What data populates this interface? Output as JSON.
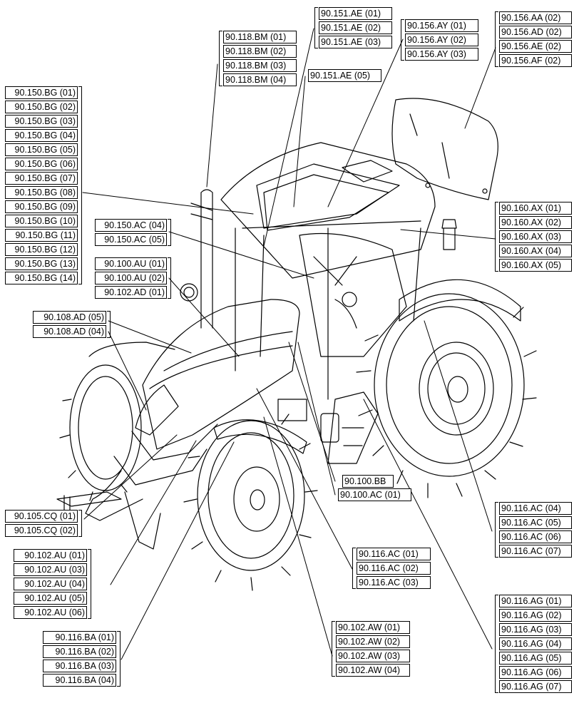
{
  "callouts": [
    {
      "id": "bg",
      "refs": [
        "90.150.BG (01)",
        "90.150.BG (02)",
        "90.150.BG (03)",
        "90.150.BG (04)",
        "90.150.BG (05)",
        "90.150.BG (06)",
        "90.150.BG (07)",
        "90.150.BG (08)",
        "90.150.BG (09)",
        "90.150.BG (10)",
        "90.150.BG (11)",
        "90.150.BG (12)",
        "90.150.BG (13)",
        "90.150.BG (14)"
      ]
    },
    {
      "id": "bm",
      "refs": [
        "90.118.BM (01)",
        "90.118.BM (02)",
        "90.118.BM (03)",
        "90.118.BM (04)"
      ]
    },
    {
      "id": "ae",
      "refs": [
        "90.151.AE (01)",
        "90.151.AE (02)",
        "90.151.AE (03)"
      ]
    },
    {
      "id": "ae5",
      "refs": [
        "90.151.AE (05)"
      ]
    },
    {
      "id": "ay",
      "refs": [
        "90.156.AY (01)",
        "90.156.AY (02)",
        "90.156.AY (03)"
      ]
    },
    {
      "id": "aa",
      "refs": [
        "90.156.AA (02)",
        "90.156.AD (02)",
        "90.156.AE (02)",
        "90.156.AF (02)"
      ]
    },
    {
      "id": "ac150",
      "refs": [
        "90.150.AC (04)",
        "90.150.AC (05)"
      ]
    },
    {
      "id": "au",
      "refs": [
        "90.100.AU (01)",
        "90.100.AU (02)",
        "90.102.AD (01)"
      ]
    },
    {
      "id": "ad108",
      "refs": [
        "90.108.AD (05)",
        "90.108.AD (04)"
      ]
    },
    {
      "id": "ax",
      "refs": [
        "90.160.AX (01)",
        "90.160.AX (02)",
        "90.160.AX (03)",
        "90.160.AX (04)",
        "90.160.AX (05)"
      ]
    },
    {
      "id": "bb",
      "refs": [
        "90.100.BB"
      ]
    },
    {
      "id": "ac100",
      "refs": [
        "90.100.AC (01)"
      ]
    },
    {
      "id": "cq",
      "refs": [
        "90.105.CQ (01)",
        "90.105.CQ (02)"
      ]
    },
    {
      "id": "ac116r",
      "refs": [
        "90.116.AC (04)",
        "90.116.AC (05)",
        "90.116.AC (06)",
        "90.116.AC (07)"
      ]
    },
    {
      "id": "au102",
      "refs": [
        "90.102.AU (01)",
        "90.102.AU (03)",
        "90.102.AU (04)",
        "90.102.AU (05)",
        "90.102.AU (06)"
      ]
    },
    {
      "id": "ac116m",
      "refs": [
        "90.116.AC (01)",
        "90.116.AC (02)",
        "90.116.AC (03)"
      ]
    },
    {
      "id": "ag",
      "refs": [
        "90.116.AG (01)",
        "90.116.AG (02)",
        "90.116.AG (03)",
        "90.116.AG (04)",
        "90.116.AG (05)",
        "90.116.AG (06)",
        "90.116.AG (07)"
      ]
    },
    {
      "id": "aw",
      "refs": [
        "90.102.AW (01)",
        "90.102.AW (02)",
        "90.102.AW (03)",
        "90.102.AW (04)"
      ]
    },
    {
      "id": "ba",
      "refs": [
        "90.116.BA (01)",
        "90.116.BA (02)",
        "90.116.BA (03)",
        "90.116.BA (04)"
      ]
    }
  ]
}
